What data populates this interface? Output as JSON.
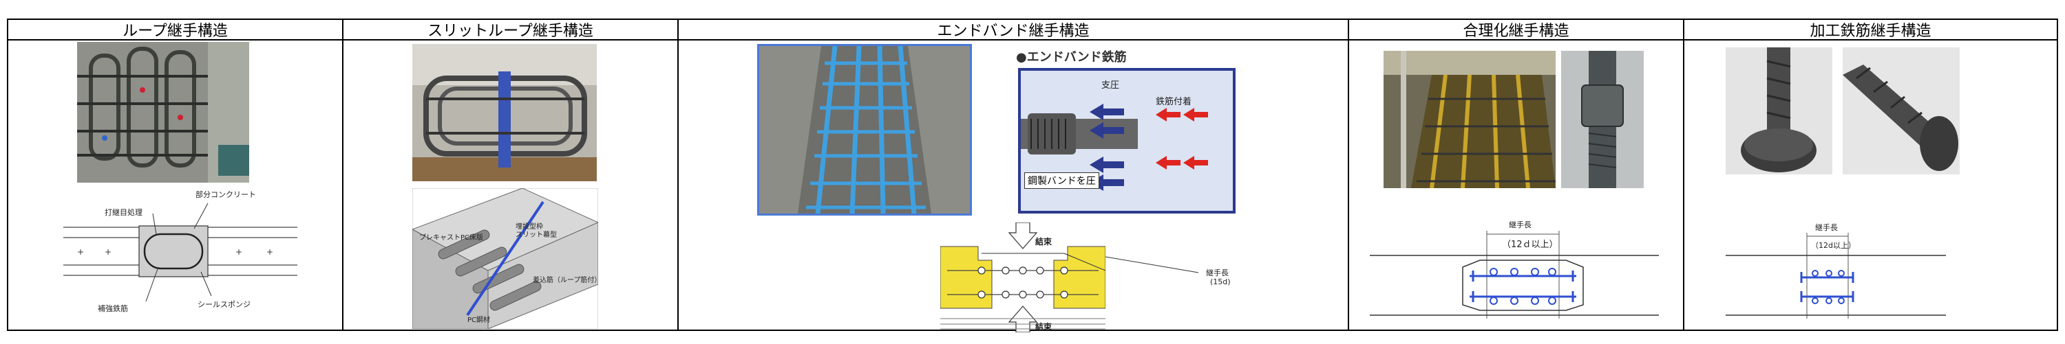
{
  "columns": [
    {
      "title": "ループ継手構造",
      "labels": {
        "top_right": "部分コンクリート",
        "top_left": "打継目処理",
        "bottom_left": "補強鉄筋",
        "bottom_right": "シールスポンジ"
      }
    },
    {
      "title": "スリットループ継手構造",
      "labels": {
        "precast": "プレキャストPC床版",
        "slit": "埋設型枠\nスリット幕型",
        "rebar": "差込筋（ループ筋付）",
        "pc_steel": "PC鋼材"
      }
    },
    {
      "title": "エンドバンド継手構造",
      "labels": {
        "endband_title": "●エンドバンド鉄筋",
        "support": "支圧",
        "bond": "鉄筋付着",
        "steel_band": "鋼製バンドを圧",
        "bind_top": "結束",
        "bind_bottom": "結束",
        "joint_length": "継手長",
        "joint_length_val": "(15d)"
      }
    },
    {
      "title": "合理化継手構造",
      "labels": {
        "joint_length": "継手長",
        "joint_length_val": "（12ｄ以上）"
      }
    },
    {
      "title": "加工鉄筋継手構造",
      "labels": {
        "joint_length": "継手長",
        "joint_length_val": "（12d以上）"
      }
    }
  ],
  "colors": {
    "border": "#000000",
    "blue_rebar": "#2f4fd1",
    "red_arrow": "#e0241f",
    "concrete_yellow": "#f2df3a",
    "photo_frame": "#4a7ad6"
  }
}
